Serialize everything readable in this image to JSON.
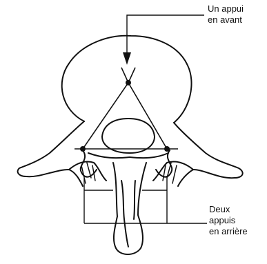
{
  "labels": {
    "front_support": {
      "line1": "Un appui",
      "line2": "en avant"
    },
    "rear_supports": {
      "line1": "Deux",
      "line2": "appuis",
      "line3": "en arrière"
    }
  },
  "colors": {
    "ink": "#111111",
    "background": "#ffffff"
  }
}
